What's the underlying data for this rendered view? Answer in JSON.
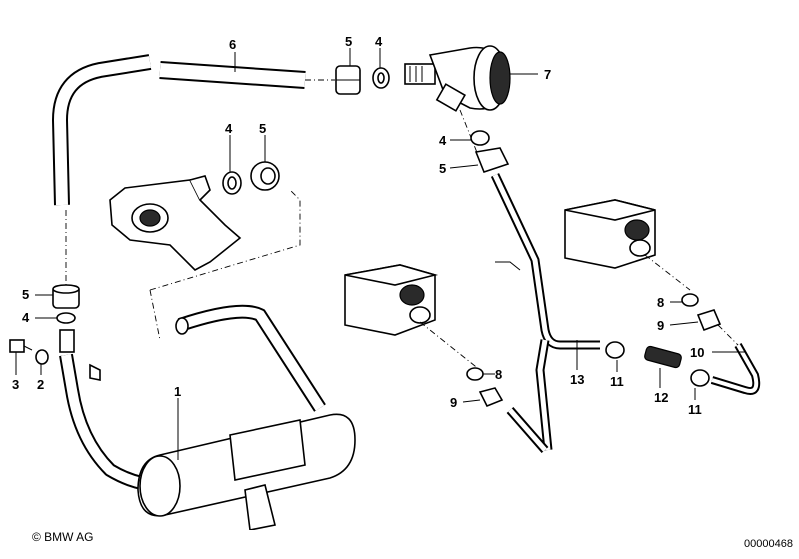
{
  "labels": {
    "p1": "1",
    "p2": "2",
    "p3": "3",
    "p4a": "4",
    "p4b": "4",
    "p4c": "4",
    "p4d": "4",
    "p5a": "5",
    "p5b": "5",
    "p5c": "5",
    "p5d": "5",
    "p6": "6",
    "p7": "7",
    "p8a": "8",
    "p8b": "8",
    "p9a": "9",
    "p9b": "9",
    "p10": "10",
    "p11a": "11",
    "p11b": "11",
    "p12": "12",
    "p13": "13"
  },
  "footer": {
    "copyright": "© BMW AG",
    "diagram_id": "00000468"
  }
}
